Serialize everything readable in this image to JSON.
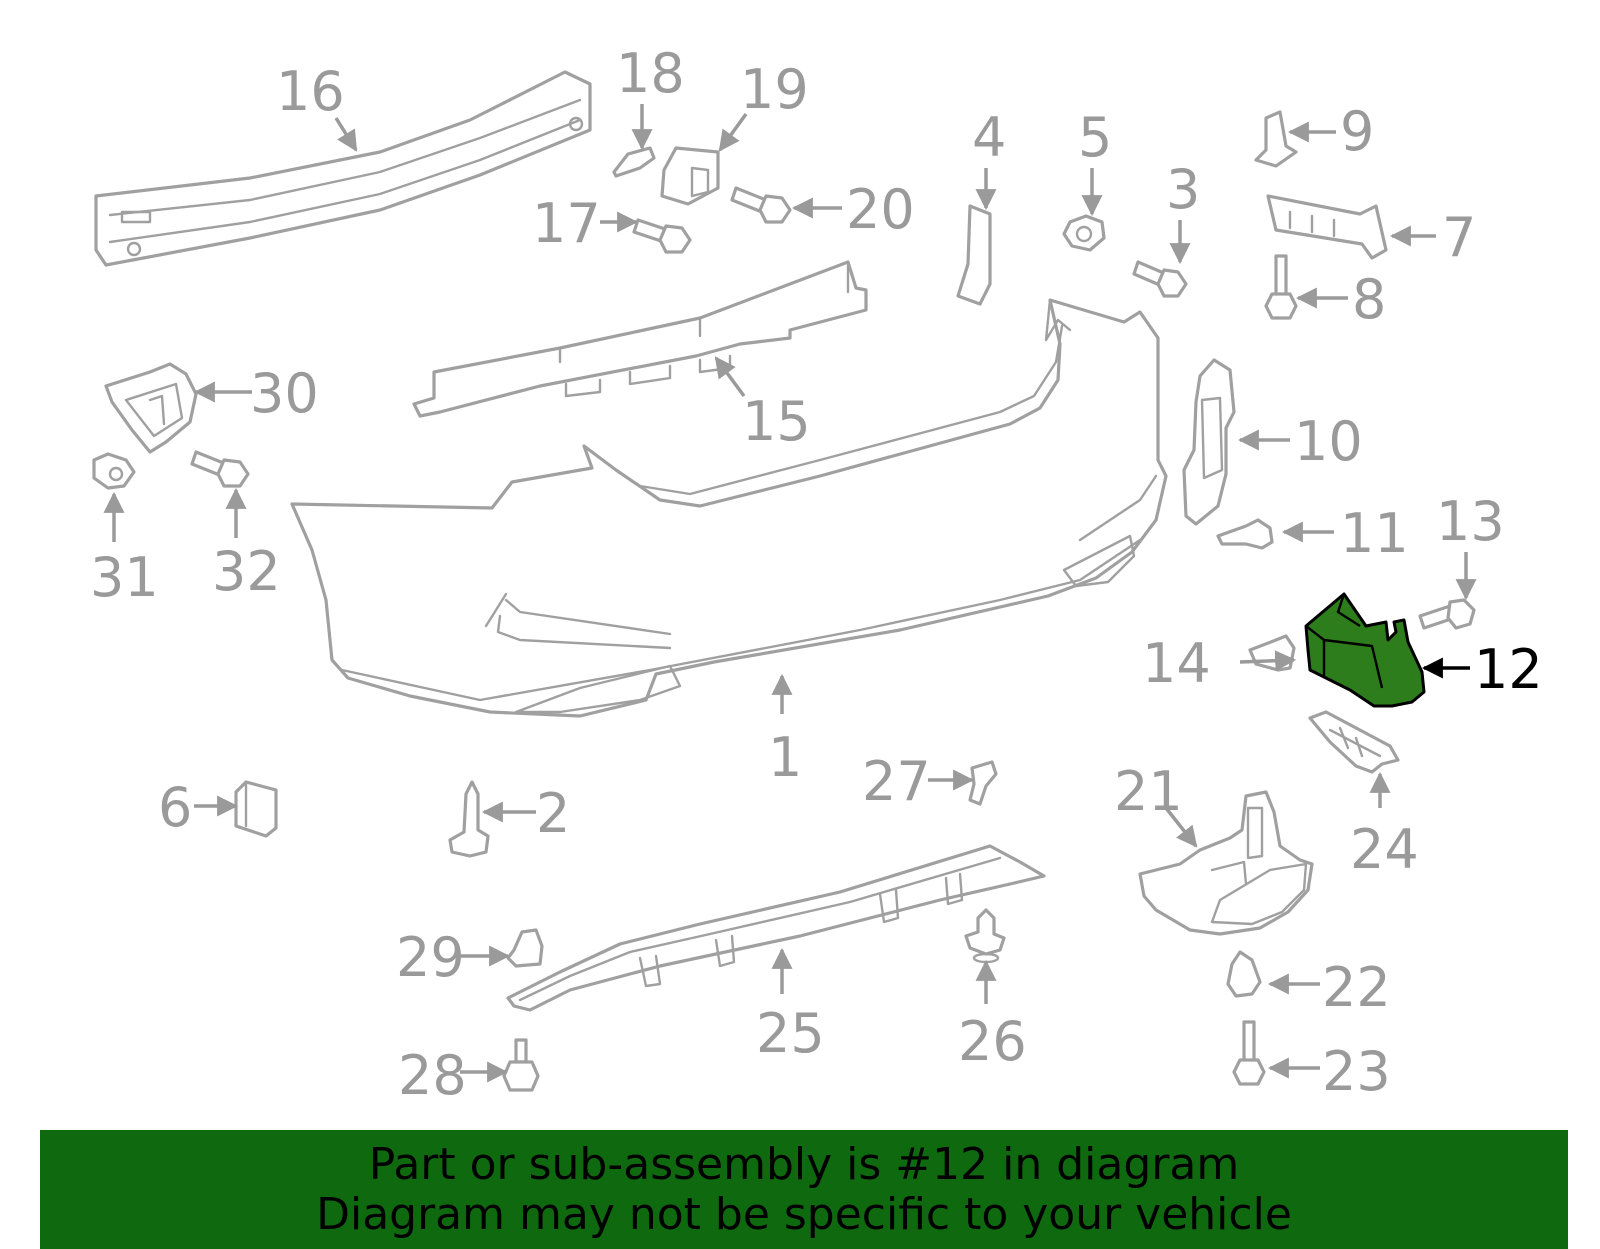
{
  "diagram": {
    "highlighted_part": "12",
    "highlight_color": "#2e7d1c",
    "labels": {
      "p1": "1",
      "p2": "2",
      "p3": "3",
      "p4": "4",
      "p5": "5",
      "p6": "6",
      "p7": "7",
      "p8": "8",
      "p9": "9",
      "p10": "10",
      "p11": "11",
      "p12": "12",
      "p13": "13",
      "p14": "14",
      "p15": "15",
      "p16": "16",
      "p17": "17",
      "p18": "18",
      "p19": "19",
      "p20": "20",
      "p21": "21",
      "p22": "22",
      "p23": "23",
      "p24": "24",
      "p25": "25",
      "p26": "26",
      "p27": "27",
      "p28": "28",
      "p29": "29",
      "p30": "30",
      "p31": "31",
      "p32": "32"
    }
  },
  "banner": {
    "background": "#0f6a0f",
    "line1": "Part or sub-assembly is #12 in diagram",
    "line2": "Diagram may not be specific to your vehicle"
  }
}
